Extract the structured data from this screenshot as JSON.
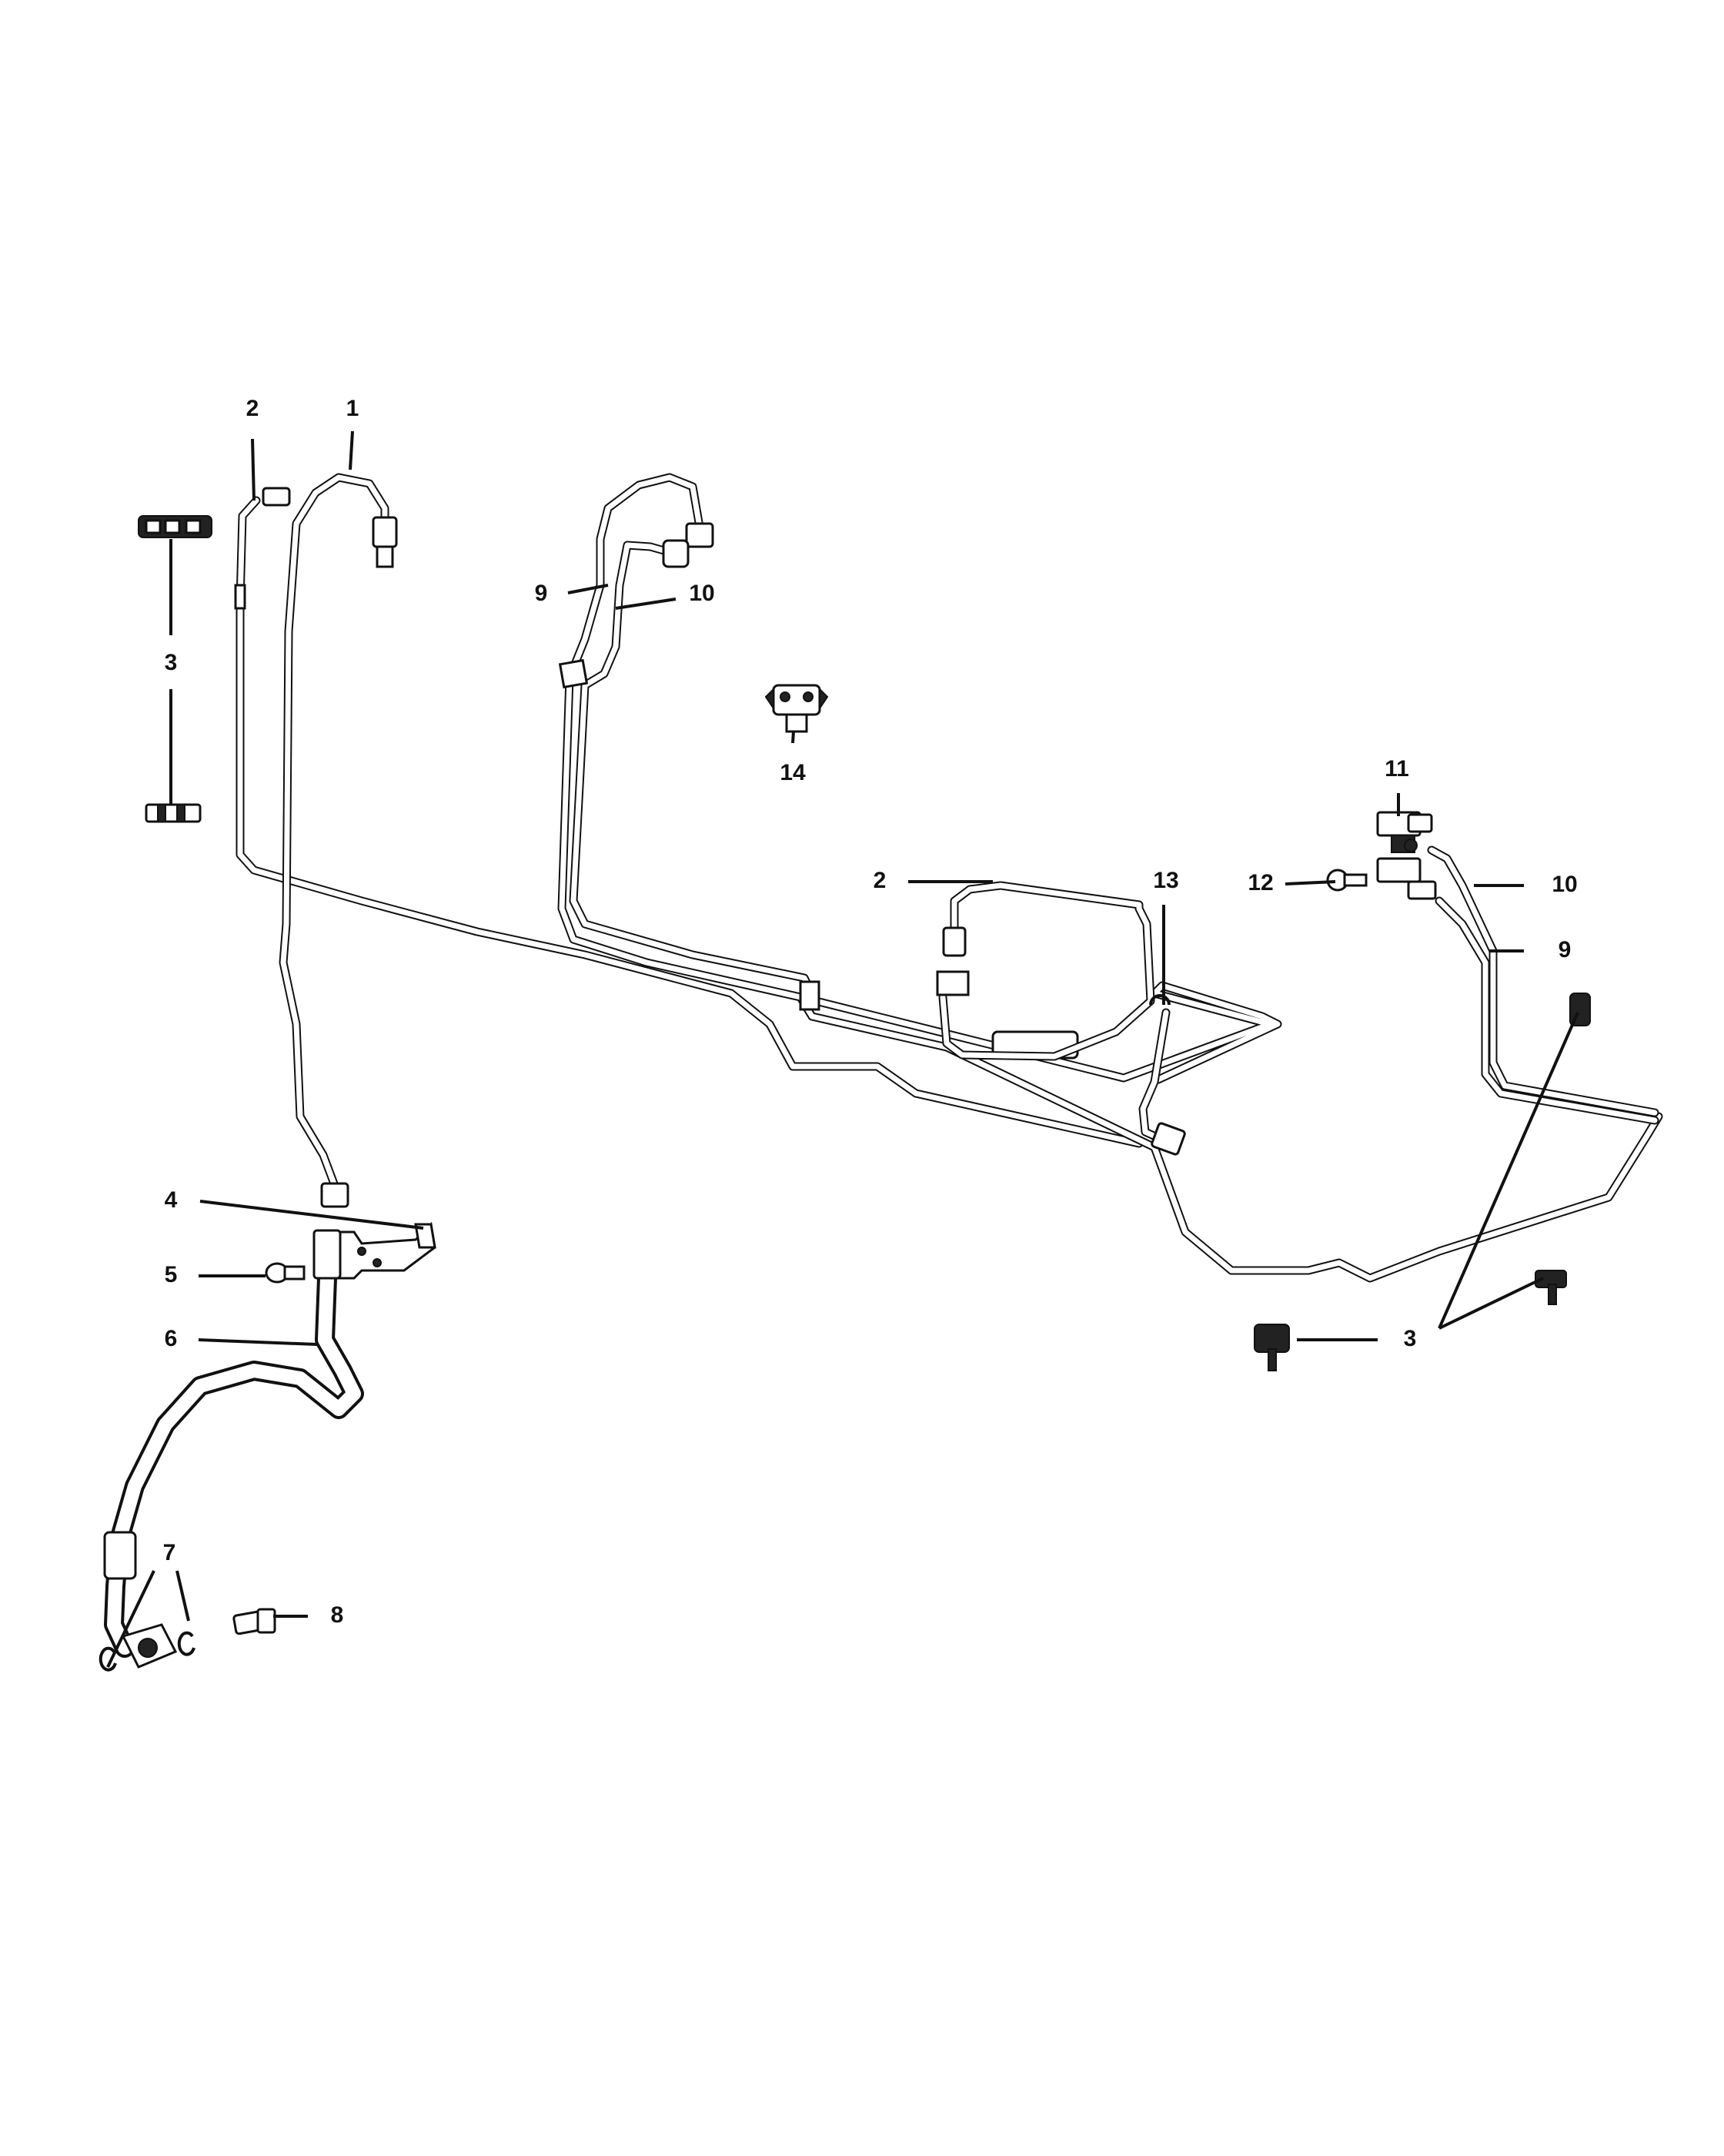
{
  "callouts": [
    {
      "id": "c-1",
      "text": "1"
    },
    {
      "id": "c-2a",
      "text": "2"
    },
    {
      "id": "c-2b",
      "text": "2"
    },
    {
      "id": "c-3a",
      "text": "3"
    },
    {
      "id": "c-3b",
      "text": "3"
    },
    {
      "id": "c-4",
      "text": "4"
    },
    {
      "id": "c-5",
      "text": "5"
    },
    {
      "id": "c-6",
      "text": "6"
    },
    {
      "id": "c-7",
      "text": "7"
    },
    {
      "id": "c-8",
      "text": "8"
    },
    {
      "id": "c-9a",
      "text": "9"
    },
    {
      "id": "c-9b",
      "text": "9"
    },
    {
      "id": "c-10a",
      "text": "10"
    },
    {
      "id": "c-10b",
      "text": "10"
    },
    {
      "id": "c-11",
      "text": "11"
    },
    {
      "id": "c-12",
      "text": "12"
    },
    {
      "id": "c-13",
      "text": "13"
    },
    {
      "id": "c-14",
      "text": "14"
    }
  ]
}
